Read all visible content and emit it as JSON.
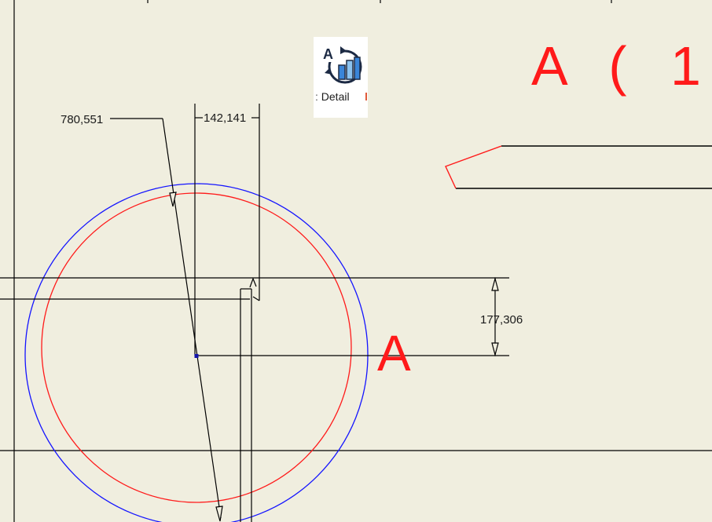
{
  "toolbar": {
    "detail_button": {
      "prefix": ":",
      "label": "Detail",
      "icon": "detail-view-icon"
    }
  },
  "drawing": {
    "dimensions": {
      "diameter_label": "780,551",
      "width_label": "142,141",
      "height_label": "177,306"
    },
    "detail_title": "A ( 1 :",
    "detail_marker": "A"
  },
  "colors": {
    "background": "#f0eedf",
    "outer_circle": "#1414ff",
    "inner_circle": "#ff1a1a",
    "annotation_red": "#ff1a1a",
    "lines": "#000000"
  }
}
